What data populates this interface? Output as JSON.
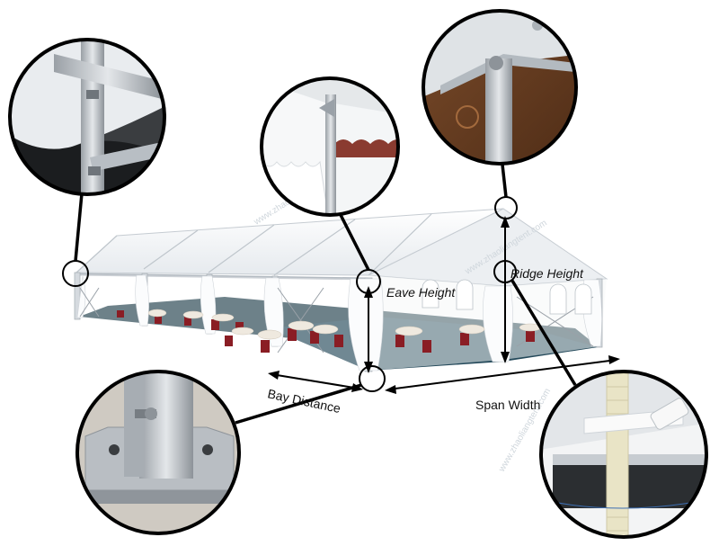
{
  "labels": {
    "eave_height": "Eave Height",
    "ridge_height": "Ridge Height",
    "bay_distance": "Bay Distance",
    "span_width": "Span Width"
  },
  "watermark": "www.zhaoliangtent.com",
  "colors": {
    "roof": "#f2f4f6",
    "roof_shadow": "#dfe3e7",
    "floor_carpet": "#1f3e4a",
    "frame_aluminium": "#c9ced3",
    "callout_line": "#000000",
    "chair_red": "#8a1d24"
  }
}
